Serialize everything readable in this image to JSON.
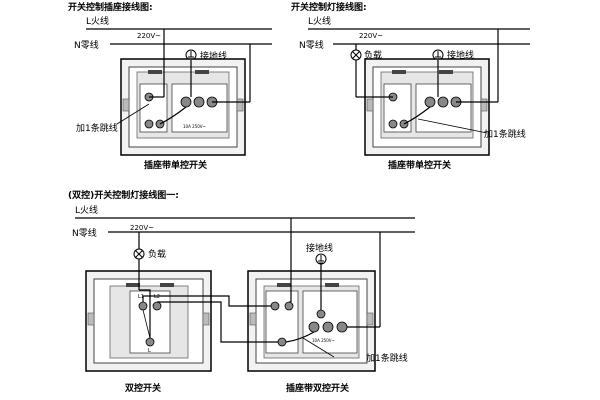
{
  "diagram1": {
    "title": "开关控制插座接线图:",
    "live_label": "L火线",
    "neutral_label": "N零线",
    "voltage": "220V~",
    "ground_label": "接地线",
    "jumper_label": "加1条跳线",
    "caption": "插座带单控开关",
    "plate_text": "10A 250V~"
  },
  "diagram2": {
    "title": "开关控制灯接线图:",
    "live_label": "L火线",
    "neutral_label": "N零线",
    "voltage": "220V~",
    "load_label": "负载",
    "ground_label": "接地线",
    "jumper_label": "加1条跳线",
    "caption": "插座带单控开关"
  },
  "diagram3": {
    "title": "(双控)开关控制灯接线图一:",
    "live_label": "L火线",
    "neutral_label": "N零线",
    "voltage": "220V~",
    "load_label": "负载",
    "ground_label": "接地线",
    "jumper_label": "加1条跳线",
    "caption_left": "双控开关",
    "caption_right": "插座带双控开关",
    "terminal_l1": "L1",
    "terminal_l2": "L2",
    "terminal_l": "L",
    "plate_text": "10A 250V~"
  }
}
